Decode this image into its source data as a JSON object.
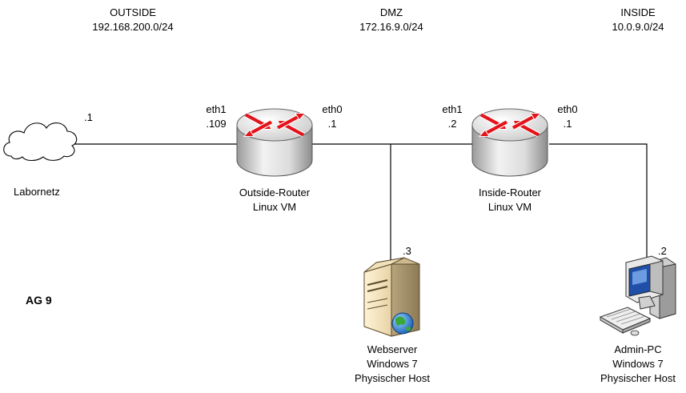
{
  "zones": {
    "outside": {
      "name": "OUTSIDE",
      "subnet": "192.168.200.0/24"
    },
    "dmz": {
      "name": "DMZ",
      "subnet": "172.16.9.0/24"
    },
    "inside": {
      "name": "INSIDE",
      "subnet": "10.0.9.0/24"
    }
  },
  "labornetz": {
    "label": "Labornetz",
    "ip": ".1"
  },
  "outside_router": {
    "name": "Outside-Router",
    "type": "Linux  VM",
    "eth1": "eth1",
    "eth1_ip": ".109",
    "eth0": "eth0",
    "eth0_ip": ".1"
  },
  "inside_router": {
    "name": "Inside-Router",
    "type": "Linux VM",
    "eth1": "eth1",
    "eth1_ip": ".2",
    "eth0": "eth0",
    "eth0_ip": ".1"
  },
  "webserver": {
    "ip": ".3",
    "name": "Webserver",
    "os": "Windows 7",
    "host": "Physischer Host"
  },
  "admin_pc": {
    "ip": ".2",
    "name": "Admin-PC",
    "os": "Windows 7",
    "host": "Physischer Host"
  },
  "group_label": "AG 9",
  "colors": {
    "router_arrows": "#e3141b",
    "router_body": "#d9d9d9",
    "line": "#000000"
  }
}
